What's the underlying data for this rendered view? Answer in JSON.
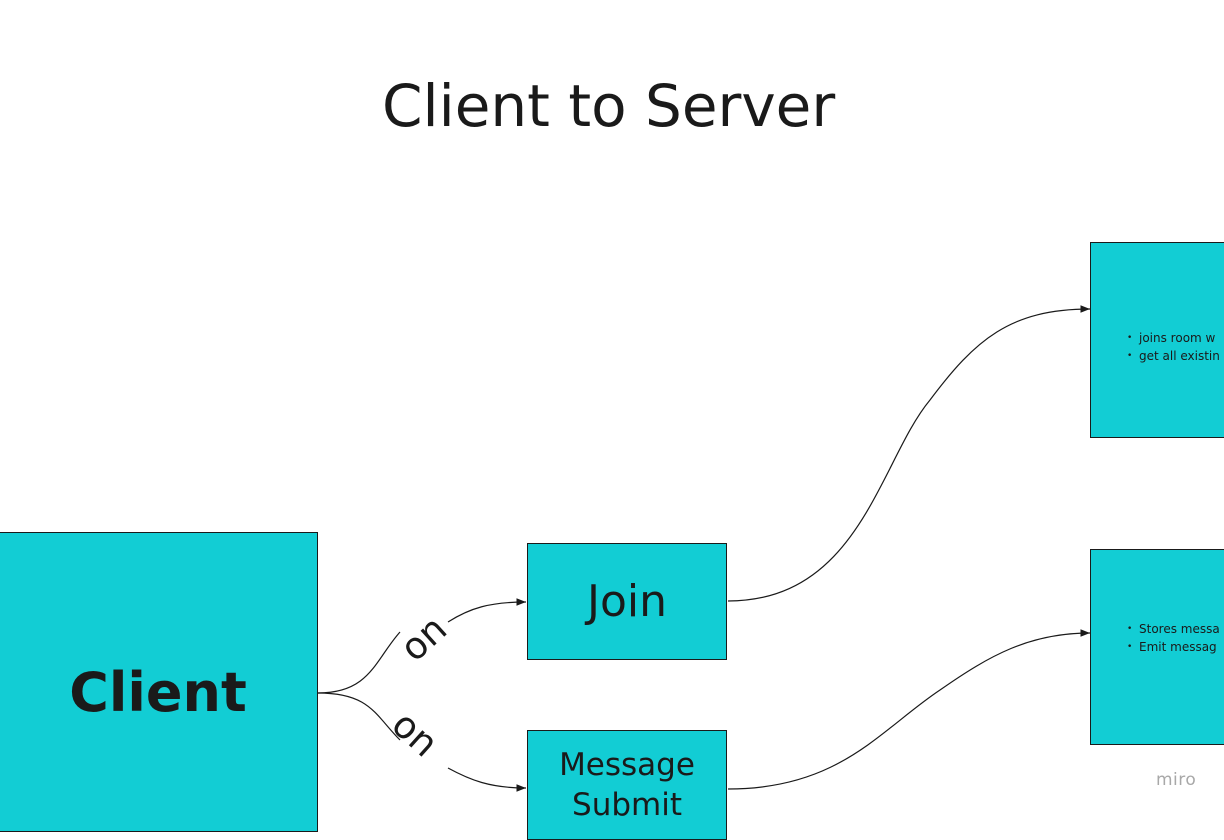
{
  "title": "Client to Server",
  "nodes": {
    "client": "Client",
    "join": "Join",
    "message_submit": "Message Submit",
    "server_join_items": [
      "joins room w",
      "get all existin"
    ],
    "server_message_items": [
      "Stores messa",
      "Emit messag"
    ]
  },
  "edges": {
    "client_to_join_label": "on",
    "client_to_message_label": "on"
  },
  "colors": {
    "node_fill": "#12cdd4",
    "stroke": "#1a1a1a",
    "logo": "#a8a8a8"
  },
  "watermark": "miro"
}
